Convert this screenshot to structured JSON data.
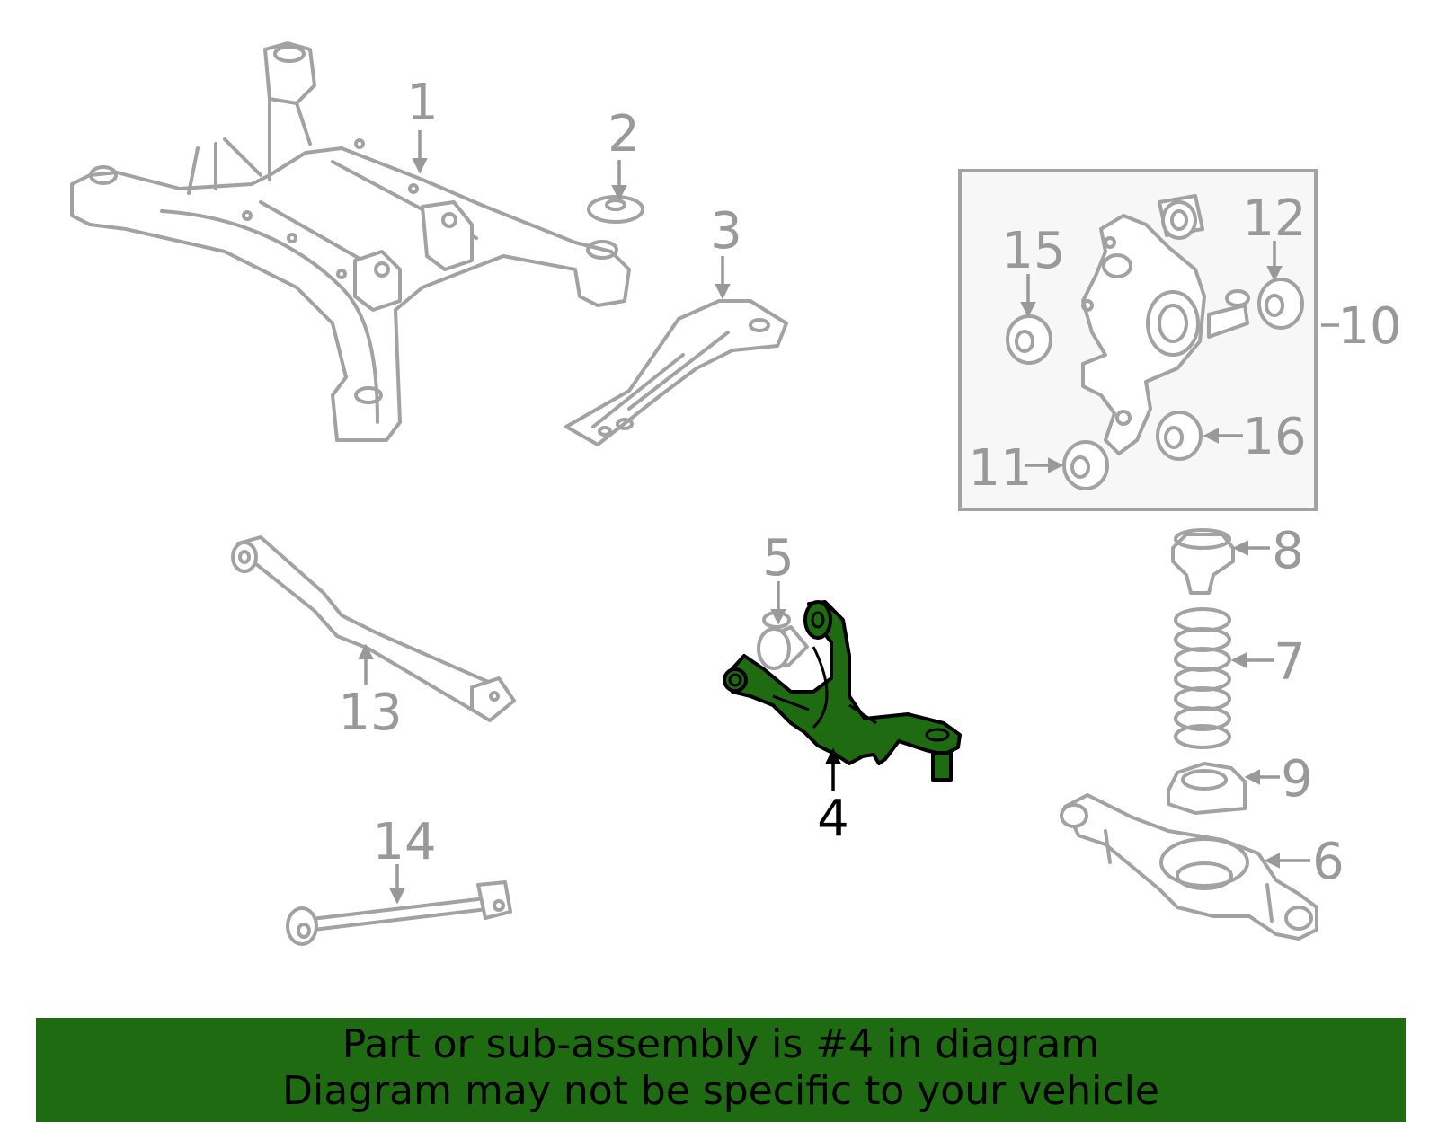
{
  "labels": {
    "l1": "1",
    "l2": "2",
    "l3": "3",
    "l4": "4",
    "l5": "5",
    "l6": "6",
    "l7": "7",
    "l8": "8",
    "l9": "9",
    "l10": "10",
    "l11": "11",
    "l12": "12",
    "l13": "13",
    "l14": "14",
    "l15": "15",
    "l16": "16"
  },
  "highlight_part": "4",
  "colors": {
    "highlight": "#1f6b12",
    "outline": "#a2a2a2",
    "label": "#999999"
  },
  "banner": {
    "line1": "Part or sub-assembly is #4 in diagram",
    "line2": "Diagram may not be specific to your vehicle"
  }
}
